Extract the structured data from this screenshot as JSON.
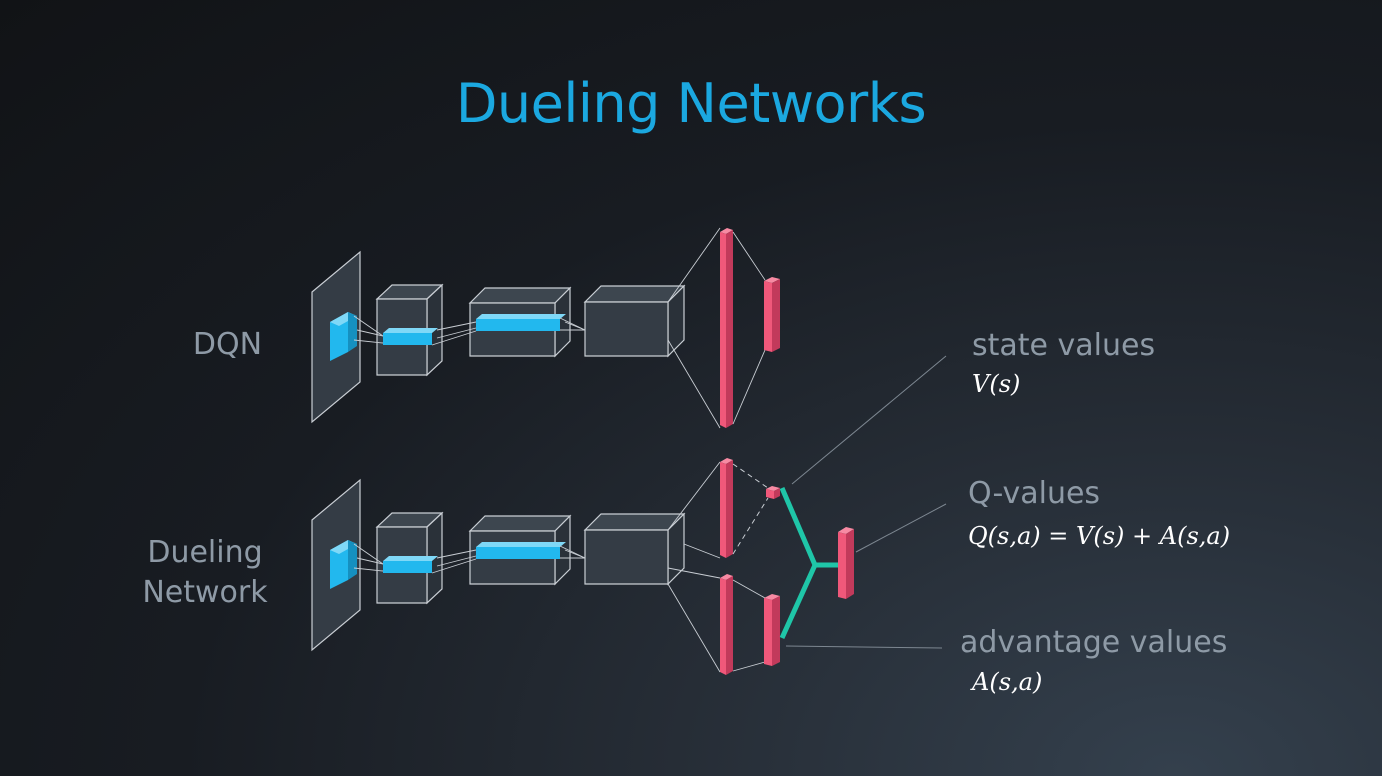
{
  "title": "Dueling Networks",
  "rows": {
    "dqn_label": "DQN",
    "dueling_label_line1": "Dueling",
    "dueling_label_line2": "Network"
  },
  "annotations": {
    "state_values": {
      "label": "state values",
      "formula": "V(s)"
    },
    "q_values": {
      "label": "Q-values",
      "formula": "Q(s,a) = V(s) + A(s,a)"
    },
    "advantage_values": {
      "label": "advantage values",
      "formula": "A(s,a)"
    }
  },
  "colors": {
    "title": "#1ba8e0",
    "label": "#8e9aa6",
    "layer_fill": "#343c45",
    "layer_edge": "#c9ced4",
    "conv_highlight": "#22b8ee",
    "dense": "#f0587a",
    "merge": "#1fc6a8"
  }
}
